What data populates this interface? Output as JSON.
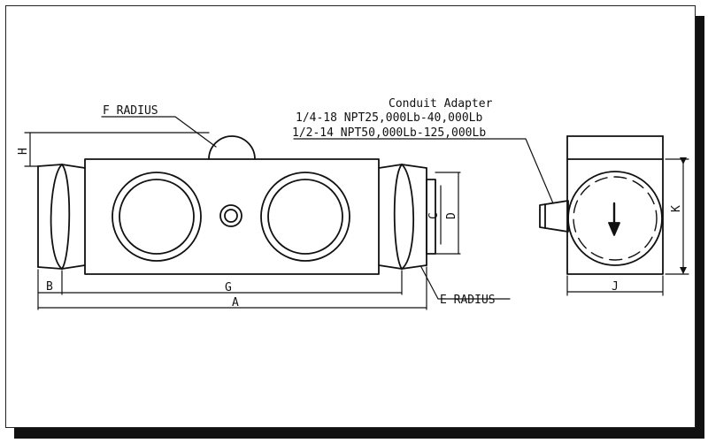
{
  "drawing": {
    "f_radius_label": "F RADIUS",
    "e_radius_label": "E RADIUS",
    "conduit": {
      "title": "Conduit Adapter",
      "line1": "1/4-18 NPT25,000Lb-40,000Lb",
      "line2": "1/2-14 NPT50,000Lb-125,000Lb"
    },
    "dimensions": {
      "h": "H",
      "b": "B",
      "g": "G",
      "a": "A",
      "c": "C",
      "d": "D",
      "j": "J",
      "k": "K"
    }
  },
  "colors": {
    "ink": "#111111",
    "paper": "#ffffff",
    "shadow": "#111111"
  }
}
